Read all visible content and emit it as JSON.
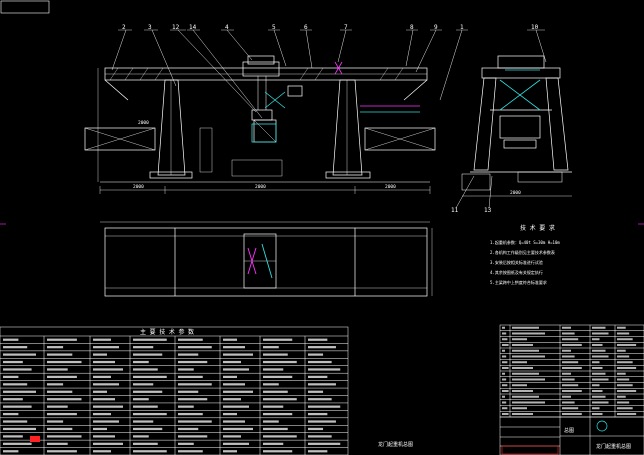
{
  "drawing": {
    "corner_tag": "",
    "balloons": [
      "2",
      "3",
      "12",
      "14",
      "4",
      "5",
      "6",
      "7",
      "8",
      "9",
      "1",
      "10",
      "11",
      "13"
    ],
    "front_view_dims": {
      "left": "2000",
      "span": "2000",
      "right": "2000",
      "top": "2000"
    },
    "side_view_dims": {
      "width": "2000"
    },
    "notes_title": "技 术 要 求",
    "notes": [
      "1.起重机参数：Q=40t  S=30m  H=10m",
      "2.各机构工作级别见主要技术参数表",
      "3.安装后按相关标准进行试验",
      "4.其余按图纸及有关规定执行",
      "5.主梁跨中上拱度符合标准要求"
    ],
    "params_title": "主 要 技 术 参 数",
    "params_table_rows": 16,
    "parts_table_rows": 16,
    "title_block": {
      "drawing_name": "龙门起重机总图",
      "label": "总图"
    },
    "bottom_caption": "龙门起重机总图",
    "colors": {
      "line": "#ffffff",
      "magenta": "#ff33ff",
      "cyan": "#33dddd",
      "red": "#ff2222",
      "green": "#33ff66"
    }
  }
}
